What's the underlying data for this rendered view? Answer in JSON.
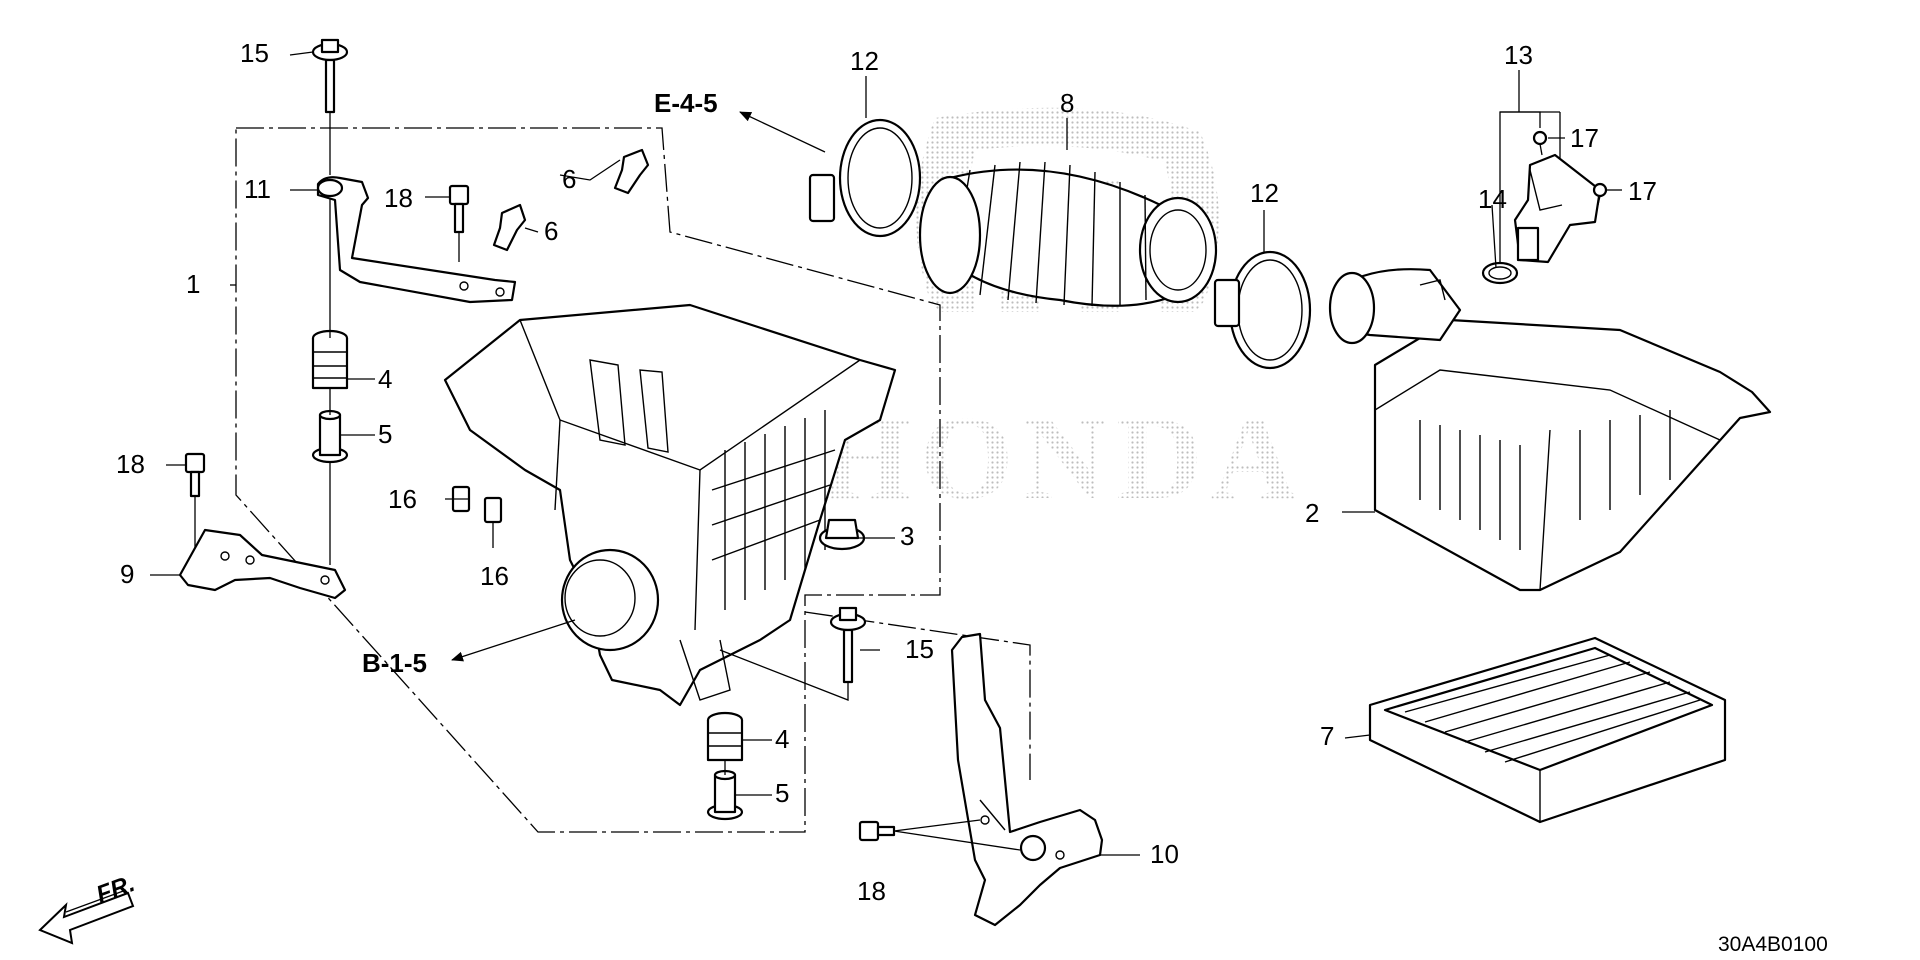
{
  "diagram": {
    "code": "30A4B0100",
    "watermark_text": "HONDA",
    "direction_label": "FR.",
    "references": {
      "upper": "E-4-5",
      "lower": "B-1-5"
    },
    "callouts": {
      "c1": "1",
      "c2": "2",
      "c3": "3",
      "c4a": "4",
      "c4b": "4",
      "c5a": "5",
      "c5b": "5",
      "c6a": "6",
      "c6b": "6",
      "c7": "7",
      "c8": "8",
      "c9": "9",
      "c10": "10",
      "c11": "11",
      "c12a": "12",
      "c12b": "12",
      "c13": "13",
      "c14": "14",
      "c15a": "15",
      "c15b": "15",
      "c16a": "16",
      "c16b": "16",
      "c17a": "17",
      "c17b": "17",
      "c18a": "18",
      "c18b": "18",
      "c18c": "18"
    }
  }
}
